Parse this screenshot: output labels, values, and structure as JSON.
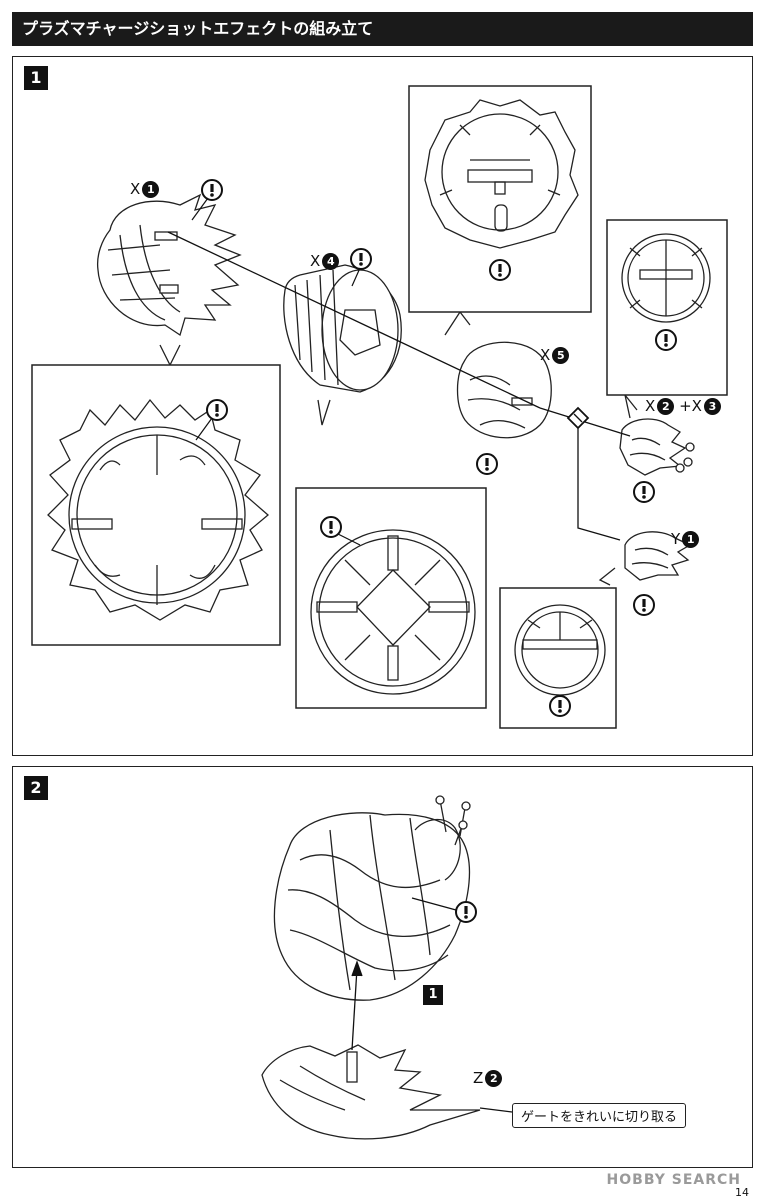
{
  "header": {
    "title": "プラズマチャージショットエフェクトの組み立て"
  },
  "steps": [
    {
      "number": "1"
    },
    {
      "number": "2"
    }
  ],
  "parts": {
    "x1": {
      "letter": "X",
      "num": "1"
    },
    "x4": {
      "letter": "X",
      "num": "4"
    },
    "x5": {
      "letter": "X",
      "num": "5"
    },
    "x23": {
      "letter": "X",
      "num_a": "2",
      "plus": "+X",
      "num_b": "3"
    },
    "y1": {
      "letter": "Y",
      "num": "1"
    },
    "z2": {
      "letter": "Z",
      "num": "2"
    },
    "step2_ref": "1"
  },
  "notes": {
    "gate_trim": "ゲートをきれいに切り取る"
  },
  "footer": {
    "brand": "HOBBY SEARCH",
    "page": "14"
  }
}
